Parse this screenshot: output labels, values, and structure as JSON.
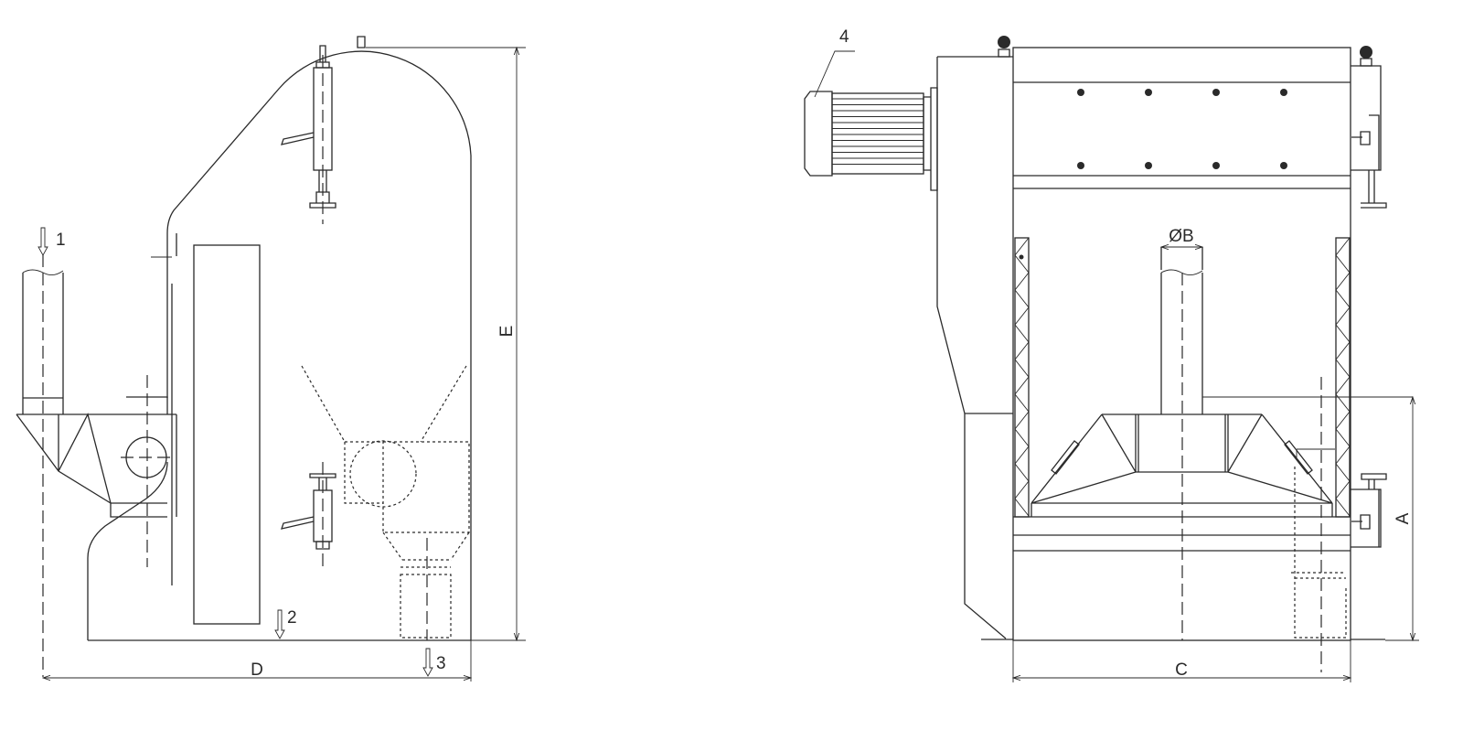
{
  "labels": {
    "inlet_1": "1",
    "outlet_2": "2",
    "outlet_3": "3",
    "motor_4": "4",
    "dim_d": "D",
    "dim_e": "E",
    "dim_b": "ØB",
    "dim_c": "C",
    "dim_a": "A"
  }
}
